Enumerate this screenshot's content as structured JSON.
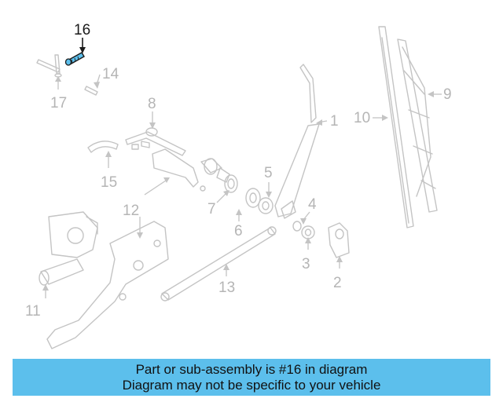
{
  "callouts": {
    "c1": "1",
    "c2": "2",
    "c3": "3",
    "c4": "4",
    "c5": "5",
    "c6": "6",
    "c7": "7",
    "c8": "8",
    "c9": "9",
    "c10": "10",
    "c11": "11",
    "c12": "12",
    "c13": "13",
    "c14": "14",
    "c15": "15",
    "c16": "16",
    "c17": "17"
  },
  "highlighted_part": "16",
  "colors": {
    "highlight_part": "#5cbfec",
    "banner_bg": "#5cbfec",
    "line": "#c4c4c4",
    "label": "#b5b5b5"
  },
  "banner": {
    "line1": "Part or sub-assembly is #16 in diagram",
    "line2": "Diagram may not be specific to your vehicle"
  }
}
